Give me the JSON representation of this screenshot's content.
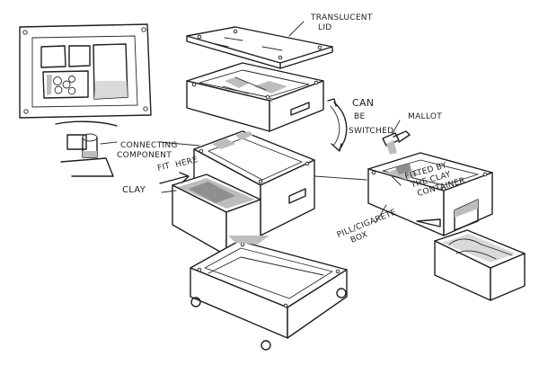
{
  "labels": {
    "translucent_lid": [
      "TRANSLUCENT",
      "LID"
    ],
    "can_be_switched": [
      "CAN",
      "BE",
      "SWITCHED"
    ],
    "mallot": "MALLOT",
    "connecting_component": [
      "CONNECTING",
      "COMPONENT"
    ],
    "fit_here": [
      "FIT",
      "HERE"
    ],
    "clay": "CLAY",
    "fitted_by": [
      "FITTED BY",
      "THE CLAY",
      "CONTAINER"
    ],
    "pill_box": [
      "PILL/CIGARETE",
      "BOX"
    ]
  },
  "colors": {
    "ink": "#1e1e1e",
    "shadow_grey": "#bdbdbd",
    "paper": "#ffffff"
  }
}
